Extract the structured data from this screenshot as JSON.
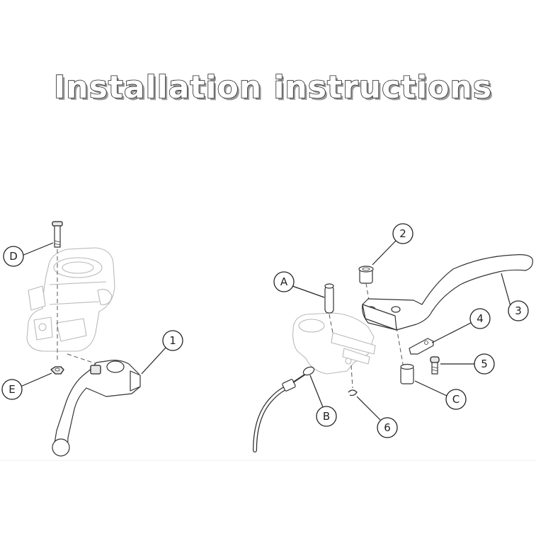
{
  "title": "Installation instructions",
  "callouts": {
    "left": {
      "D": "D",
      "E": "E",
      "n1": "1"
    },
    "right": {
      "A": "A",
      "B": "B",
      "C": "C",
      "n2": "2",
      "n3": "3",
      "n4": "4",
      "n5": "5",
      "n6": "6"
    }
  }
}
